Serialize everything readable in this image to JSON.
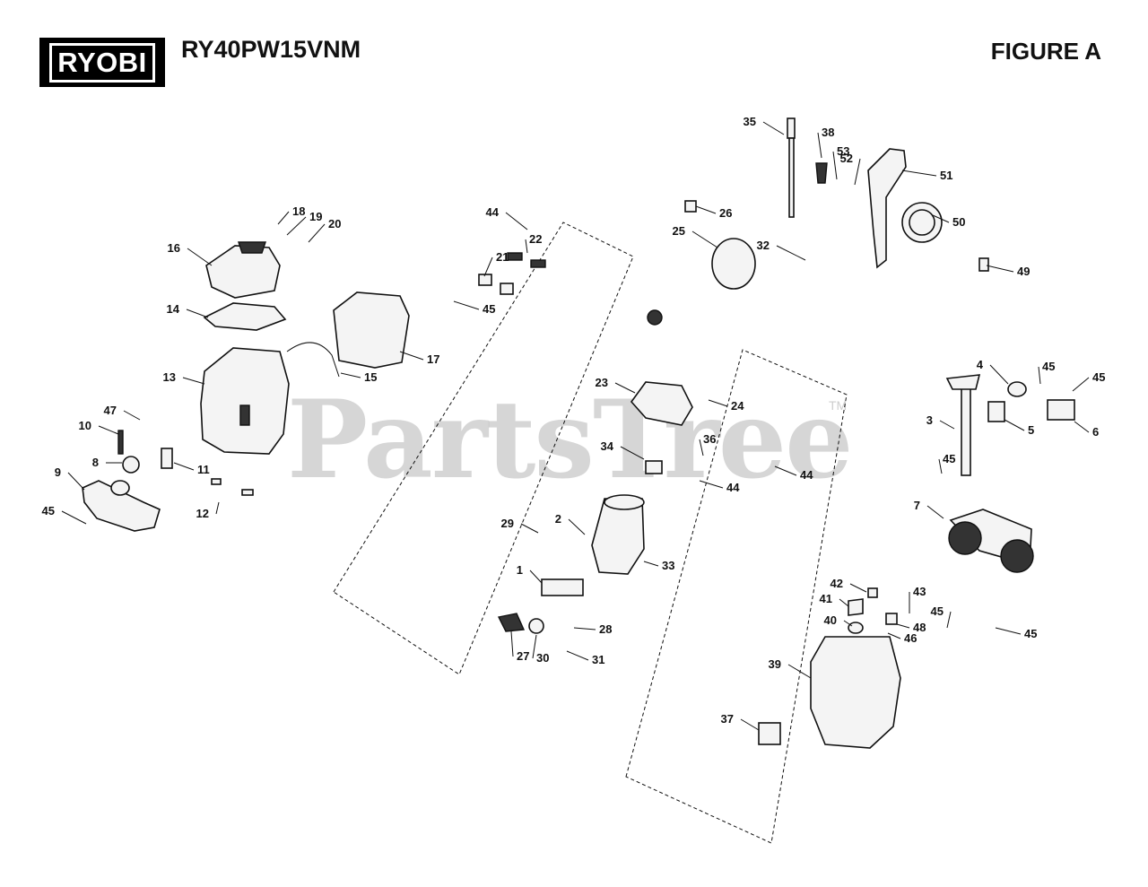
{
  "header": {
    "brand": "RYOBI",
    "model": "RY40PW15VNM",
    "figure": "FIGURE A"
  },
  "watermark": {
    "text": "PartsTree",
    "tm": "TM"
  },
  "callouts": [
    "35",
    "38",
    "53",
    "52",
    "51",
    "26",
    "50",
    "25",
    "32",
    "49",
    "18",
    "19",
    "20",
    "44",
    "22",
    "16",
    "21",
    "45",
    "14",
    "17",
    "13",
    "15",
    "23",
    "24",
    "4",
    "45",
    "45",
    "47",
    "10",
    "8",
    "11",
    "9",
    "12",
    "45",
    "34",
    "36",
    "44",
    "44",
    "3",
    "5",
    "6",
    "45",
    "29",
    "2",
    "7",
    "1",
    "33",
    "42",
    "43",
    "41",
    "40",
    "48",
    "46",
    "45",
    "45",
    "27",
    "30",
    "28",
    "31",
    "39",
    "37"
  ]
}
